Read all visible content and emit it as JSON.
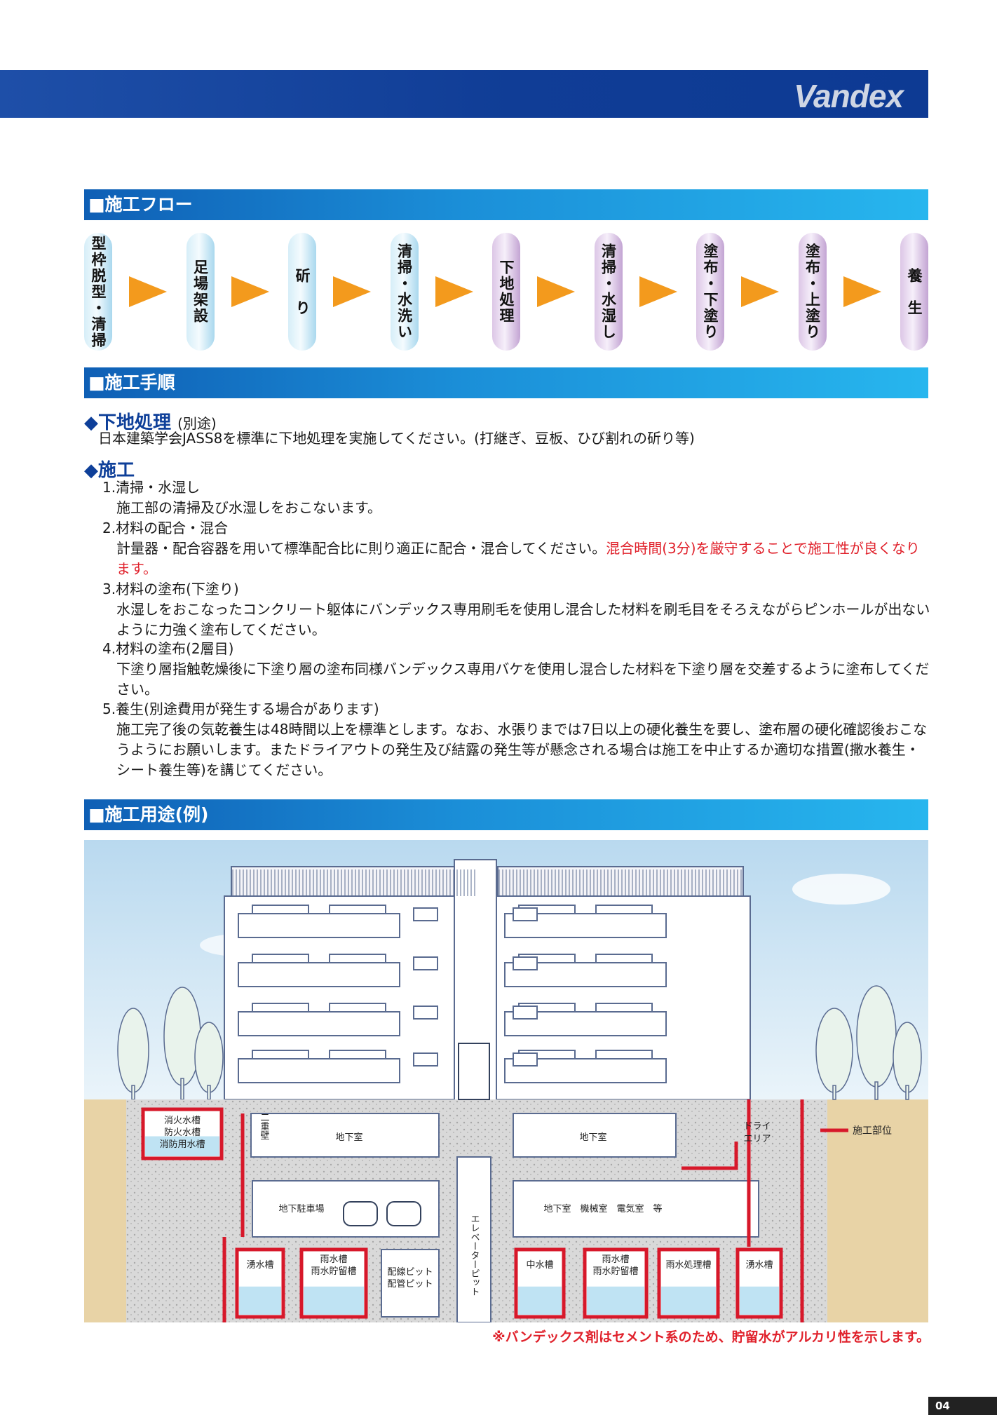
{
  "header": {
    "logo": "Vandex"
  },
  "sections": {
    "flow_title": "■施工フロー",
    "procedure_title": "■施工手順",
    "usage_title": "■施工用途(例)"
  },
  "flow_steps": [
    {
      "label": "型枠脱型・清掃",
      "color": "blue"
    },
    {
      "label": "足場架設",
      "color": "blue"
    },
    {
      "label": "斫　り",
      "color": "blue"
    },
    {
      "label": "清掃・水洗い",
      "color": "blue"
    },
    {
      "label": "下地処理",
      "color": "purple"
    },
    {
      "label": "清掃・水湿し",
      "color": "purple"
    },
    {
      "label": "塗布・下塗り",
      "color": "purple"
    },
    {
      "label": "塗布・上塗り",
      "color": "purple"
    },
    {
      "label": "養　生",
      "color": "purple"
    }
  ],
  "procedure": {
    "substrate_heading": "◆下地処理",
    "substrate_note": "(別途)",
    "substrate_text": "日本建築学会JASS8を標準に下地処理を実施してください。(打継ぎ、豆板、ひび割れの斫り等)",
    "work_heading": "◆施工",
    "steps": [
      {
        "title": "1.清掃・水湿し",
        "lines": [
          "施工部の清掃及び水湿しをおこないます。"
        ]
      },
      {
        "title": "2.材料の配合・混合",
        "lines": [
          "計量器・配合容器を用いて標準配合比に則り適正に配合・混合してください。"
        ],
        "red": "混合時間(3分)を厳守することで施工性が良くなります。"
      },
      {
        "title": "3.材料の塗布(下塗り)",
        "lines": [
          "水湿しをおこなったコンクリート躯体にバンデックス専用刷毛を使用し混合した材料を刷毛目をそろえながらピンホールが出ないように力強く塗布してください。"
        ]
      },
      {
        "title": "4.材料の塗布(2層目)",
        "lines": [
          "下塗り層指触乾燥後に下塗り層の塗布同様バンデックス専用バケを使用し混合した材料を下塗り層を交差するように塗布してください。"
        ]
      },
      {
        "title": "5.養生(別途費用が発生する場合があります)",
        "lines": [
          "施工完了後の気乾養生は48時間以上を標準とします。なお、水張りまでは7日以上の硬化養生を要し、塗布層の硬化確認後おこなうようにお願いします。またドライアウトの発生及び結露の発生等が懸念される場合は施工を中止するか適切な措置(撒水養生・シート養生等)を講じてください。"
        ]
      }
    ]
  },
  "illustration": {
    "legend": "施工部位",
    "labels": {
      "fire_tank": [
        "消火水槽",
        "防火水槽",
        "消防用水槽"
      ],
      "double_wall": "二重壁",
      "basement_left": "地下室",
      "basement_right": "地下室",
      "dry_area": [
        "ドライ",
        "エリア"
      ],
      "parking": "地下駐車場",
      "machine_room": "地下室　機械室　電気室　等",
      "elevator_pit": "エレベーターピット",
      "spring_tank_left": "湧水槽",
      "rain_tank_left": [
        "雨水槽",
        "雨水貯留槽"
      ],
      "wiring_pit": [
        "配線ピット",
        "配管ピット"
      ],
      "middle_tank": "中水槽",
      "rain_tank_right": [
        "雨水槽",
        "雨水貯留槽"
      ],
      "rain_treatment": "雨水処理槽",
      "spring_tank_right": "湧水槽"
    },
    "colors": {
      "sky": "#d5e9f5",
      "soil": "#e8d3a6",
      "concrete": "#dcdcdc",
      "highlight": "#d7182a"
    }
  },
  "footnote": "※バンデックス剤はセメント系のため、貯留水がアルカリ性を示します。",
  "page_number": "04"
}
